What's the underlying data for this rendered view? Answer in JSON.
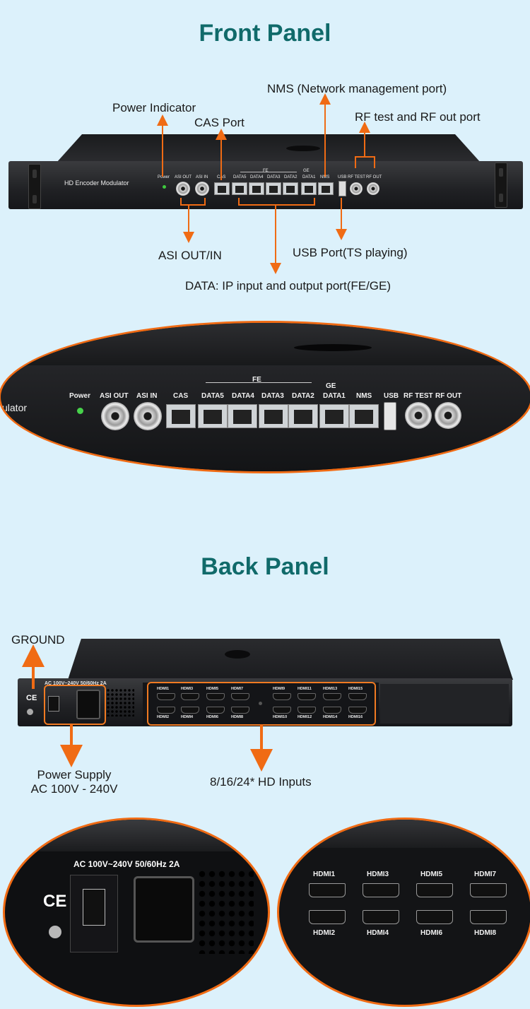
{
  "front": {
    "title": "Front Panel",
    "callouts": {
      "power_indicator": "Power Indicator",
      "cas_port": "CAS Port",
      "nms": "NMS (Network management port)",
      "rf": "RF test and RF out port",
      "asi": "ASI OUT/IN",
      "usb": "USB Port(TS playing)",
      "data": "DATA: IP input and output port(FE/GE)"
    },
    "device": {
      "model": "HD Encoder Modulator",
      "power": "Power",
      "asi_out": "ASI OUT",
      "asi_in": "ASI IN",
      "cas": "CAS",
      "fe": "FE",
      "ge": "GE",
      "data5": "DATA5",
      "data4": "DATA4",
      "data3": "DATA3",
      "data2": "DATA2",
      "data1": "DATA1",
      "nms": "NMS",
      "usb": "USB",
      "rf_test": "RF TEST",
      "rf_out": "RF OUT"
    },
    "zoom_model_fragment": "ulator"
  },
  "back": {
    "title": "Back Panel",
    "callouts": {
      "ground": "GROUND",
      "power_supply_1": "Power Supply",
      "power_supply_2": "AC 100V - 240V",
      "hd_inputs": "8/16/24* HD Inputs"
    },
    "device": {
      "power_rating": "AC 100V~240V 50/60Hz 2A",
      "ce": "CE",
      "hdmi_top": [
        "HDMI1",
        "HDMI3",
        "HDMI5",
        "HDMI7",
        "HDMI9",
        "HDMI11",
        "HDMI13",
        "HDMI15"
      ],
      "hdmi_bottom": [
        "HDMI2",
        "HDMI4",
        "HDMI6",
        "HDMI8",
        "HDMI10",
        "HDMI12",
        "HDMI14",
        "HDMI16"
      ]
    }
  },
  "colors": {
    "background": "#dcf1fb",
    "title": "#106a6a",
    "accent": "#f06b14"
  }
}
